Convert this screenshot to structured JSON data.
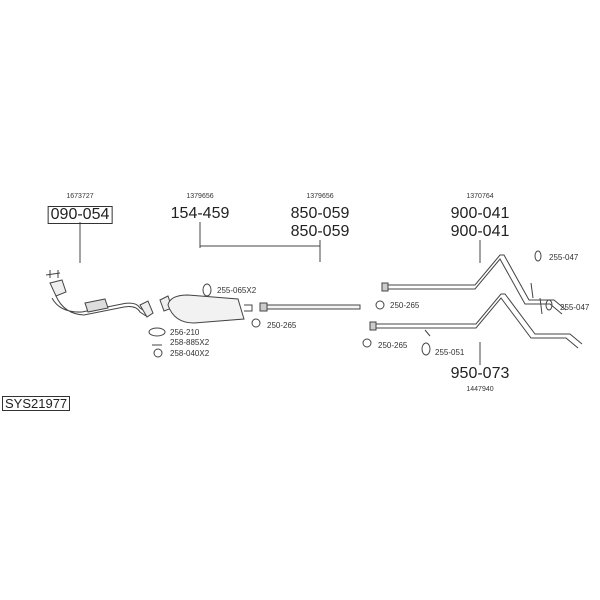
{
  "diagram_code": "SYS21977",
  "groups": [
    {
      "ref": "1673727",
      "parts": [
        "090-054"
      ]
    },
    {
      "ref": "1379656",
      "parts": [
        "154-459"
      ]
    },
    {
      "ref": "1379656",
      "parts": [
        "850-059",
        "850-059"
      ]
    },
    {
      "ref": "1370764",
      "parts": [
        "900-041",
        "900-041"
      ]
    },
    {
      "ref": "1447940",
      "parts": [
        "950-073"
      ]
    }
  ],
  "accessories": [
    "255-065X2",
    "256-210",
    "258-885X2",
    "258-040X2",
    "250-265",
    "250-265",
    "255-047",
    "255-047",
    "250-265",
    "255-051"
  ]
}
